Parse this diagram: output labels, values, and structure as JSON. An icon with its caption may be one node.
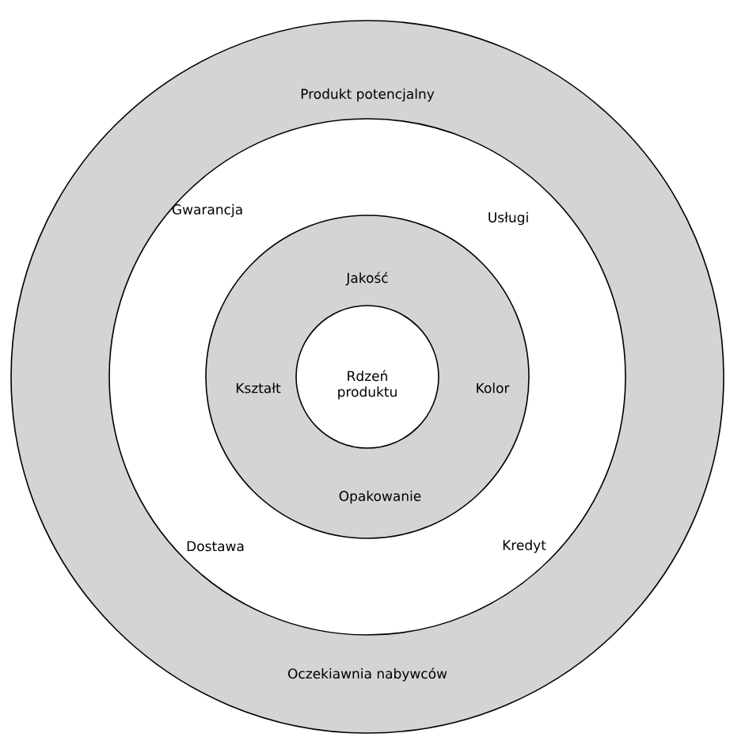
{
  "diagram": {
    "nodes": [
      {
        "text": [
          "Produkt potencjalny",
          "Oczekiawnia nabywców"
        ]
      },
      {
        "text": [
          "Gwarancja",
          "Usługi",
          "Dostawa",
          "Kredyt"
        ],
        "in": 0
      },
      {
        "text": [
          "Jakość",
          "Kształt",
          "Kolor",
          "Opakowanie"
        ],
        "in": 1
      },
      {
        "text": [
          "Rdzeń produktu"
        ],
        "in": 2
      }
    ]
  }
}
